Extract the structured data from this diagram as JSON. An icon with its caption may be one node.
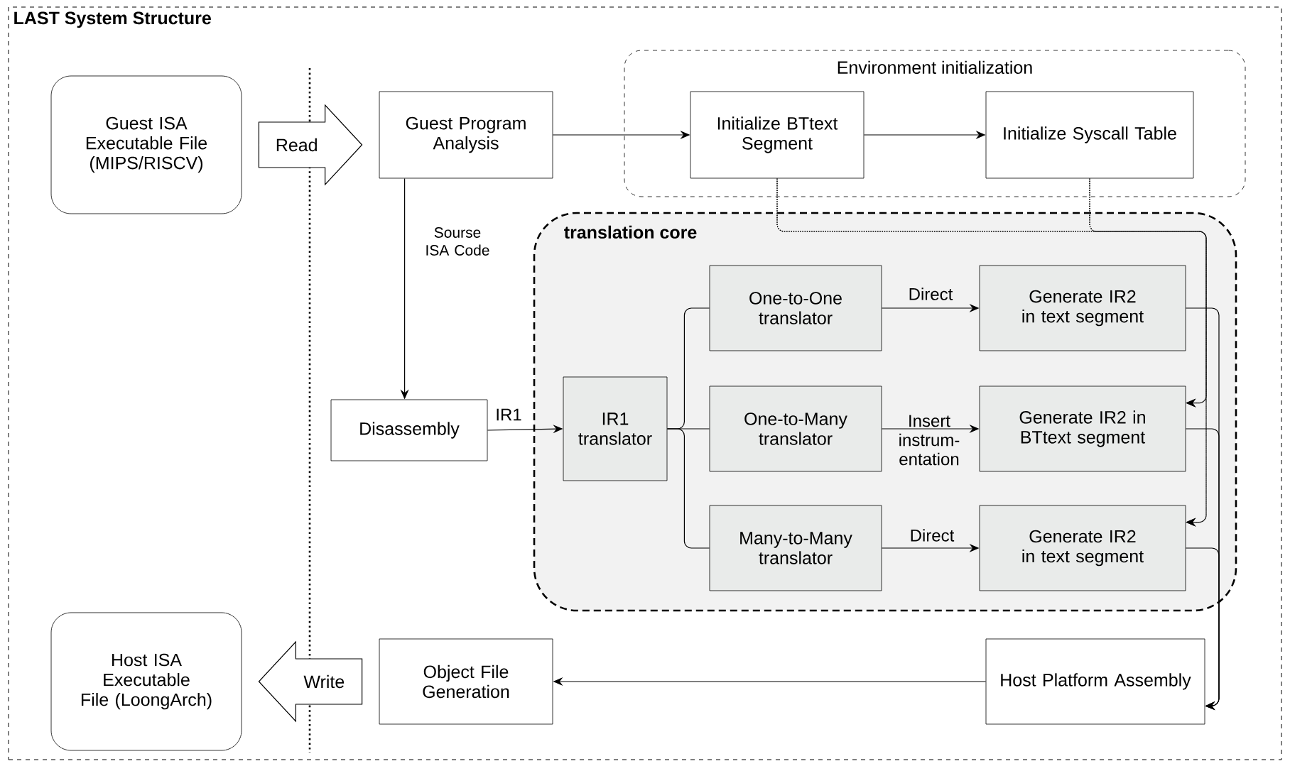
{
  "diagram": {
    "nodes": [
      {
        "text": [
          "LAST System Structure"
        ]
      },
      {
        "text": [
          "Guest ISA Executable File (MIPS/RISCV)"
        ],
        "in": 0
      },
      {
        "text": [
          "Guest Program Analysis"
        ],
        "in": 0
      },
      {
        "text": [
          "Environment initialization"
        ],
        "in": 0
      },
      {
        "text": [
          "Initialize BTtext Segment"
        ],
        "in": 3
      },
      {
        "text": [
          "Initialize Syscall Table"
        ],
        "in": 3
      },
      {
        "text": [
          "translation core"
        ],
        "in": 0
      },
      {
        "text": [
          "IR1 translator"
        ],
        "in": 6
      },
      {
        "text": [
          "One-to-One translator"
        ],
        "in": 6
      },
      {
        "text": [
          "Generate IR2 in text segment"
        ],
        "in": 6
      },
      {
        "text": [
          "One-to-Many translator"
        ],
        "in": 6
      },
      {
        "text": [
          "Generate IR2 in BTtext segment"
        ],
        "in": 6
      },
      {
        "text": [
          "Many-to-Many translator"
        ],
        "in": 6
      },
      {
        "text": [
          "Generate IR2 in text segment"
        ],
        "in": 6
      },
      {
        "text": [
          "Disassembly"
        ],
        "in": 0
      },
      {
        "text": [
          "Host ISA Executable File (LoongArch)"
        ],
        "in": 0
      },
      {
        "text": [
          "Object File Generation"
        ],
        "in": 0
      },
      {
        "text": [
          "Host Platform Assembly"
        ],
        "in": 0
      }
    ],
    "edges": [
      {
        "from": 1,
        "to": 2,
        "arrow": "to",
        "label": "Read"
      },
      {
        "from": 2,
        "to": 4,
        "arrow": "to"
      },
      {
        "from": 4,
        "to": 5,
        "arrow": "to"
      },
      {
        "from": 2,
        "to": 14,
        "arrow": "to",
        "label": "Sourse ISA Code"
      },
      {
        "from": 14,
        "to": 7,
        "arrow": "to",
        "label": "IR1"
      },
      {
        "from": 7,
        "to": 8,
        "arrow": "none"
      },
      {
        "from": 7,
        "to": 10,
        "arrow": "none"
      },
      {
        "from": 7,
        "to": 12,
        "arrow": "none"
      },
      {
        "from": 8,
        "to": 9,
        "arrow": "to",
        "label": "Direct"
      },
      {
        "from": 10,
        "to": 11,
        "arrow": "to",
        "label": "Insert instrum-entation"
      },
      {
        "from": 12,
        "to": 13,
        "arrow": "to",
        "label": "Direct"
      },
      {
        "from": 4,
        "to": 11,
        "arrow": "to",
        "style": "dashed"
      },
      {
        "from": 4,
        "to": 13,
        "arrow": "to",
        "style": "dashed"
      },
      {
        "from": 5,
        "to": 11,
        "arrow": "to",
        "style": "dashed"
      },
      {
        "from": 5,
        "to": 13,
        "arrow": "to",
        "style": "dashed"
      },
      {
        "from": 9,
        "to": 17,
        "arrow": "to"
      },
      {
        "from": 11,
        "to": 17,
        "arrow": "to"
      },
      {
        "from": 13,
        "to": 17,
        "arrow": "to"
      },
      {
        "from": 17,
        "to": 16,
        "arrow": "to"
      },
      {
        "from": 16,
        "to": 15,
        "arrow": "to",
        "label": "Write"
      }
    ]
  }
}
